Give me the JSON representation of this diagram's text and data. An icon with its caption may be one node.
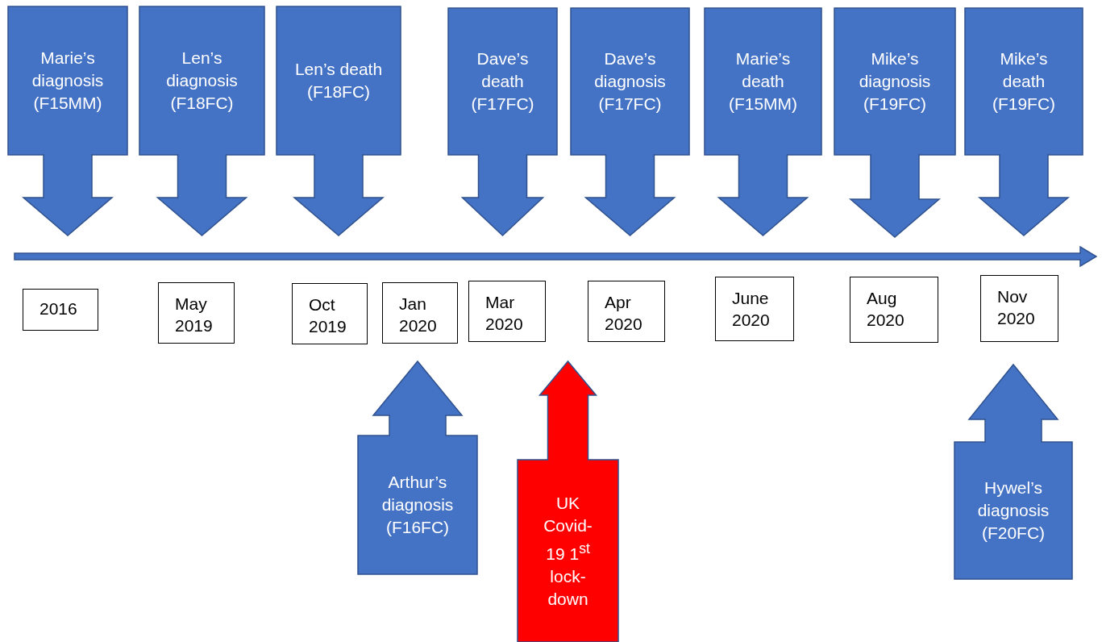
{
  "diagram": {
    "nodes": [
      {
        "text": [
          "Marie’s diagnosis (F15MM)"
        ]
      },
      {
        "text": [
          "Len’s diagnosis (F18FC)"
        ]
      },
      {
        "text": [
          "Len’s death (F18FC)"
        ]
      },
      {
        "text": [
          "Dave’s death (F17FC)"
        ]
      },
      {
        "text": [
          "Dave’s diagnosis (F17FC)"
        ]
      },
      {
        "text": [
          "Marie’s death (F15MM)"
        ]
      },
      {
        "text": [
          "Mike’s diagnosis (F19FC)"
        ]
      },
      {
        "text": [
          "Mike’s death (F19FC)"
        ]
      },
      {
        "text": [
          "2016"
        ]
      },
      {
        "text": [
          "May 2019"
        ]
      },
      {
        "text": [
          "Oct 2019"
        ]
      },
      {
        "text": [
          "Jan 2020"
        ]
      },
      {
        "text": [
          "Mar 2020"
        ]
      },
      {
        "text": [
          "Apr 2020"
        ]
      },
      {
        "text": [
          "June 2020"
        ]
      },
      {
        "text": [
          "Aug 2020"
        ]
      },
      {
        "text": [
          "Nov 2020"
        ]
      },
      {
        "text": [
          "Arthur’s diagnosis (F16FC)"
        ]
      },
      {
        "text": [
          "UK Covid-19 1$^{st}$ lock-down"
        ]
      },
      {
        "text": [
          "Hywel’s diagnosis (F20FC)"
        ]
      },
      {
        "text": [],
        "shape": "arrow"
      }
    ]
  }
}
